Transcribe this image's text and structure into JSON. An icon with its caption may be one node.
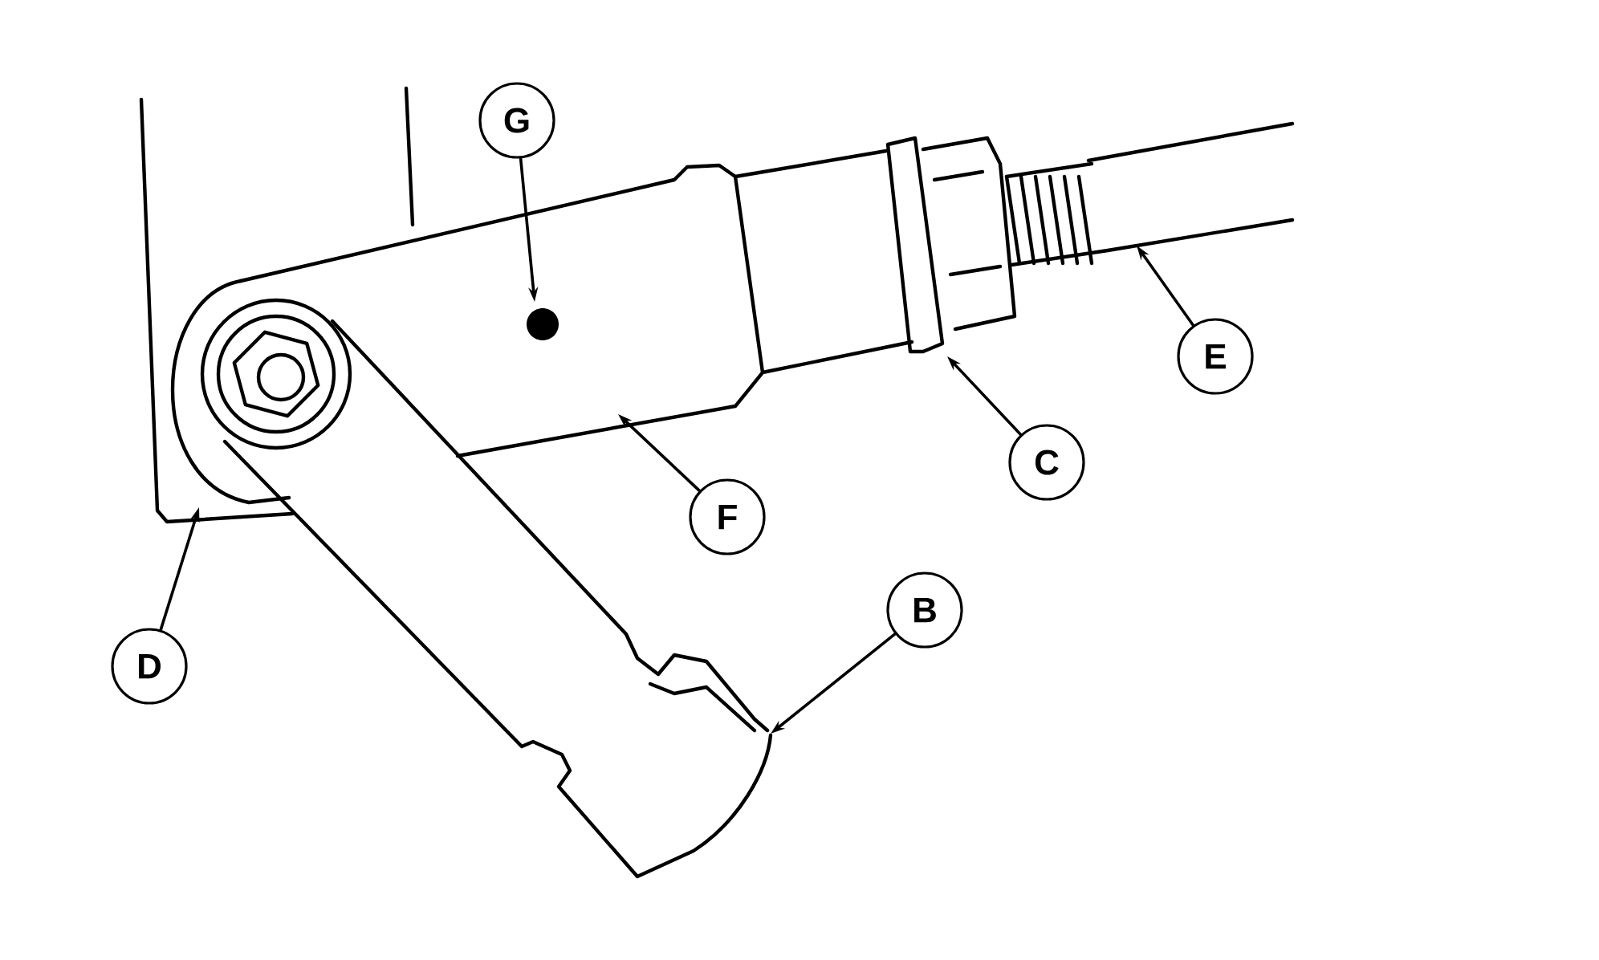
{
  "diagram": {
    "nodes": [
      {
        "text": [
          "G"
        ]
      },
      {
        "text": [
          "E"
        ]
      },
      {
        "text": [
          "C"
        ]
      },
      {
        "text": [
          "F"
        ]
      },
      {
        "text": [
          "B"
        ]
      },
      {
        "text": [
          "D"
        ]
      }
    ],
    "edges": [
      {
        "from": 0,
        "to": null,
        "arrow": "to"
      },
      {
        "from": 1,
        "to": null,
        "arrow": "to"
      },
      {
        "from": 2,
        "to": null,
        "arrow": "to"
      },
      {
        "from": 3,
        "to": null,
        "arrow": "to"
      },
      {
        "from": 4,
        "to": null,
        "arrow": "to"
      },
      {
        "from": 5,
        "to": null,
        "arrow": "to"
      }
    ]
  }
}
